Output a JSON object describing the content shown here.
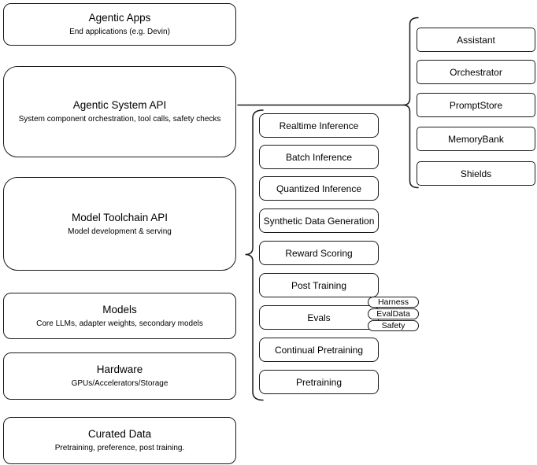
{
  "diagram": {
    "title_implied": "Agentic system stack diagram",
    "left_stack": [
      {
        "title": "Agentic Apps",
        "subtitle": "End applications (e.g. Devin)"
      },
      {
        "title": "Agentic System API",
        "subtitle": "System component orchestration, tool calls, safety checks"
      },
      {
        "title": "Model Toolchain API",
        "subtitle": "Model development & serving"
      },
      {
        "title": "Models",
        "subtitle": "Core LLMs, adapter weights, secondary models"
      },
      {
        "title": "Hardware",
        "subtitle": "GPUs/Accelerators/Storage"
      },
      {
        "title": "Curated Data",
        "subtitle": "Pretraining, preference, post training."
      }
    ],
    "toolchain_services": [
      "Realtime Inference",
      "Batch Inference",
      "Quantized Inference",
      "Synthetic Data Generation",
      "Reward Scoring",
      "Post Training",
      "Evals",
      "Continual Pretraining",
      "Pretraining"
    ],
    "eval_tags": [
      "Harness",
      "EvalData",
      "Safety"
    ],
    "system_components": [
      "Assistant",
      "Orchestrator",
      "PromptStore",
      "MemoryBank",
      "Shields"
    ],
    "colors": {
      "stroke": "#1a1a1a",
      "background": "#ffffff",
      "text": "#000000"
    }
  }
}
